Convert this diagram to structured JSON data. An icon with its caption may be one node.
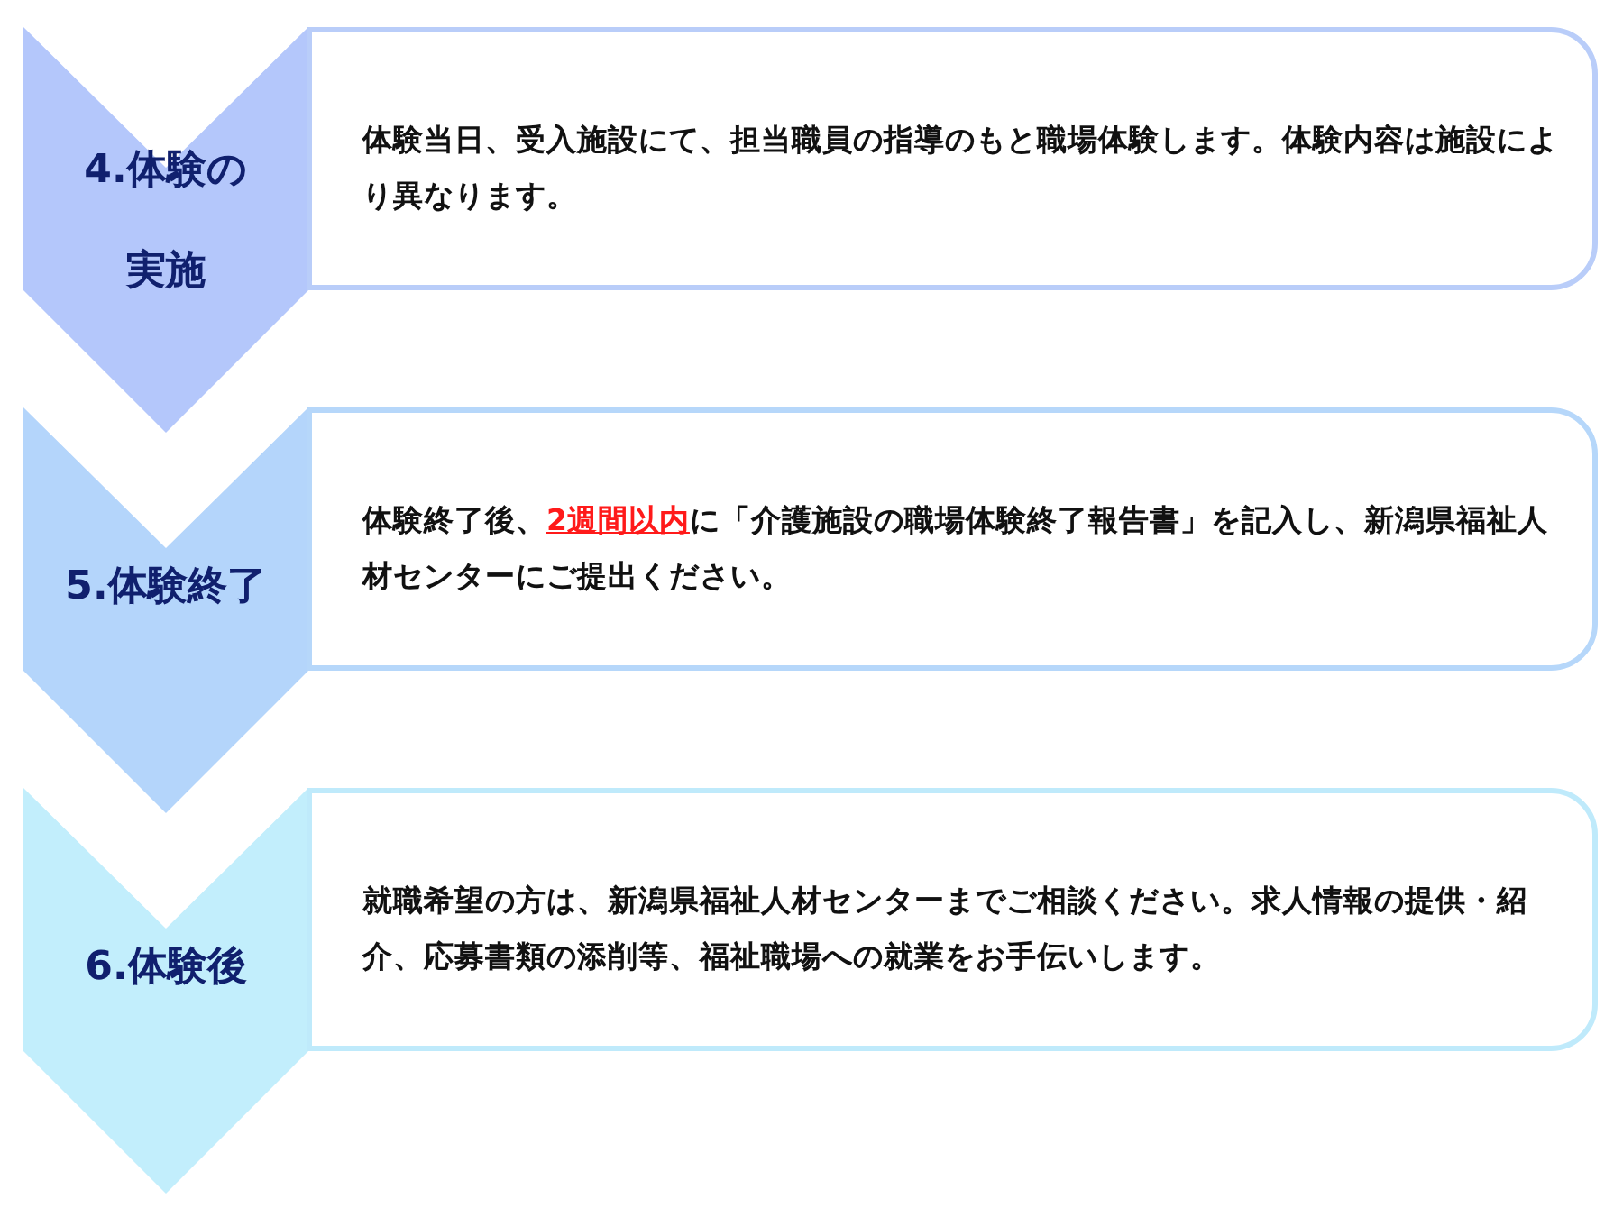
{
  "diagram": {
    "nodes": [
      {
        "text": [
          "4.体験の実施"
        ]
      },
      {
        "text": [
          "体験当日、受入施設にて、担当職員の指導のもと職場体験します。体験内容は施設により異なります。"
        ]
      },
      {
        "text": [
          "5.体験終了"
        ]
      },
      {
        "text": [
          "体験終了後、**2週間以内**に「介護施設の職場体験終了報告書」を記入し、新潟県福祉人材センターにご提出ください。"
        ]
      },
      {
        "text": [
          "6.体験後"
        ]
      },
      {
        "text": [
          "就職希望の方は、新潟県福祉人材センターまでご相談ください。求人情報の提供・紹介、応募書類の添削等、福祉職場への就業をお手伝いします。"
        ]
      }
    ]
  }
}
